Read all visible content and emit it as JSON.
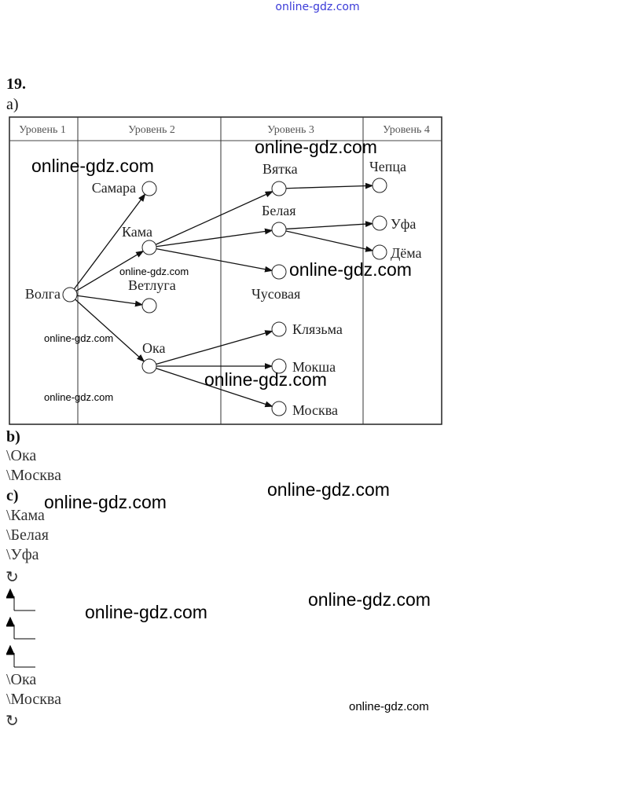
{
  "site_header": "online-gdz.com",
  "problem_number": "19.",
  "part_a_label": "a)",
  "diagram": {
    "levels": [
      "Уровень 1",
      "Уровень 2",
      "Уровень 3",
      "Уровень 4"
    ],
    "nodes": {
      "volga": "Волга",
      "samara": "Самара",
      "kama": "Кама",
      "vetluga": "Ветлуга",
      "oka": "Ока",
      "vyatka": "Вятка",
      "belaya": "Белая",
      "chusovaya": "Чусовая",
      "klyazma": "Клязьма",
      "moksha": "Мокша",
      "moskva": "Москва",
      "chepca": "Чепца",
      "ufa": "Уфа",
      "dema": "Дёма"
    },
    "edges": [
      [
        "volga",
        "samara"
      ],
      [
        "volga",
        "kama"
      ],
      [
        "volga",
        "vetluga"
      ],
      [
        "volga",
        "oka"
      ],
      [
        "kama",
        "vyatka"
      ],
      [
        "kama",
        "belaya"
      ],
      [
        "kama",
        "chusovaya"
      ],
      [
        "oka",
        "klyazma"
      ],
      [
        "oka",
        "moksha"
      ],
      [
        "oka",
        "moskva"
      ],
      [
        "vyatka",
        "chepca"
      ],
      [
        "belaya",
        "ufa"
      ],
      [
        "belaya",
        "dema"
      ]
    ]
  },
  "part_b_label": "b)",
  "part_b_lines": [
    "\\Ока",
    "\\Москва"
  ],
  "part_c_label": "c)",
  "part_c_lines": [
    "\\Кама",
    "\\Белая",
    "\\Уфа"
  ],
  "cycle_symbol": "↻",
  "part_c_lines2": [
    "\\Ока",
    "\\Москва"
  ],
  "watermarks": [
    "online-gdz.com",
    "online-gdz.com",
    "online-gdz.com",
    "online-gdz.com",
    "online-gdz.com",
    "online-gdz.com",
    "online-gdz.com",
    "online-gdz.com",
    "online-gdz.com",
    "online-gdz.com",
    "online-gdz.com",
    "online-gdz.com"
  ]
}
